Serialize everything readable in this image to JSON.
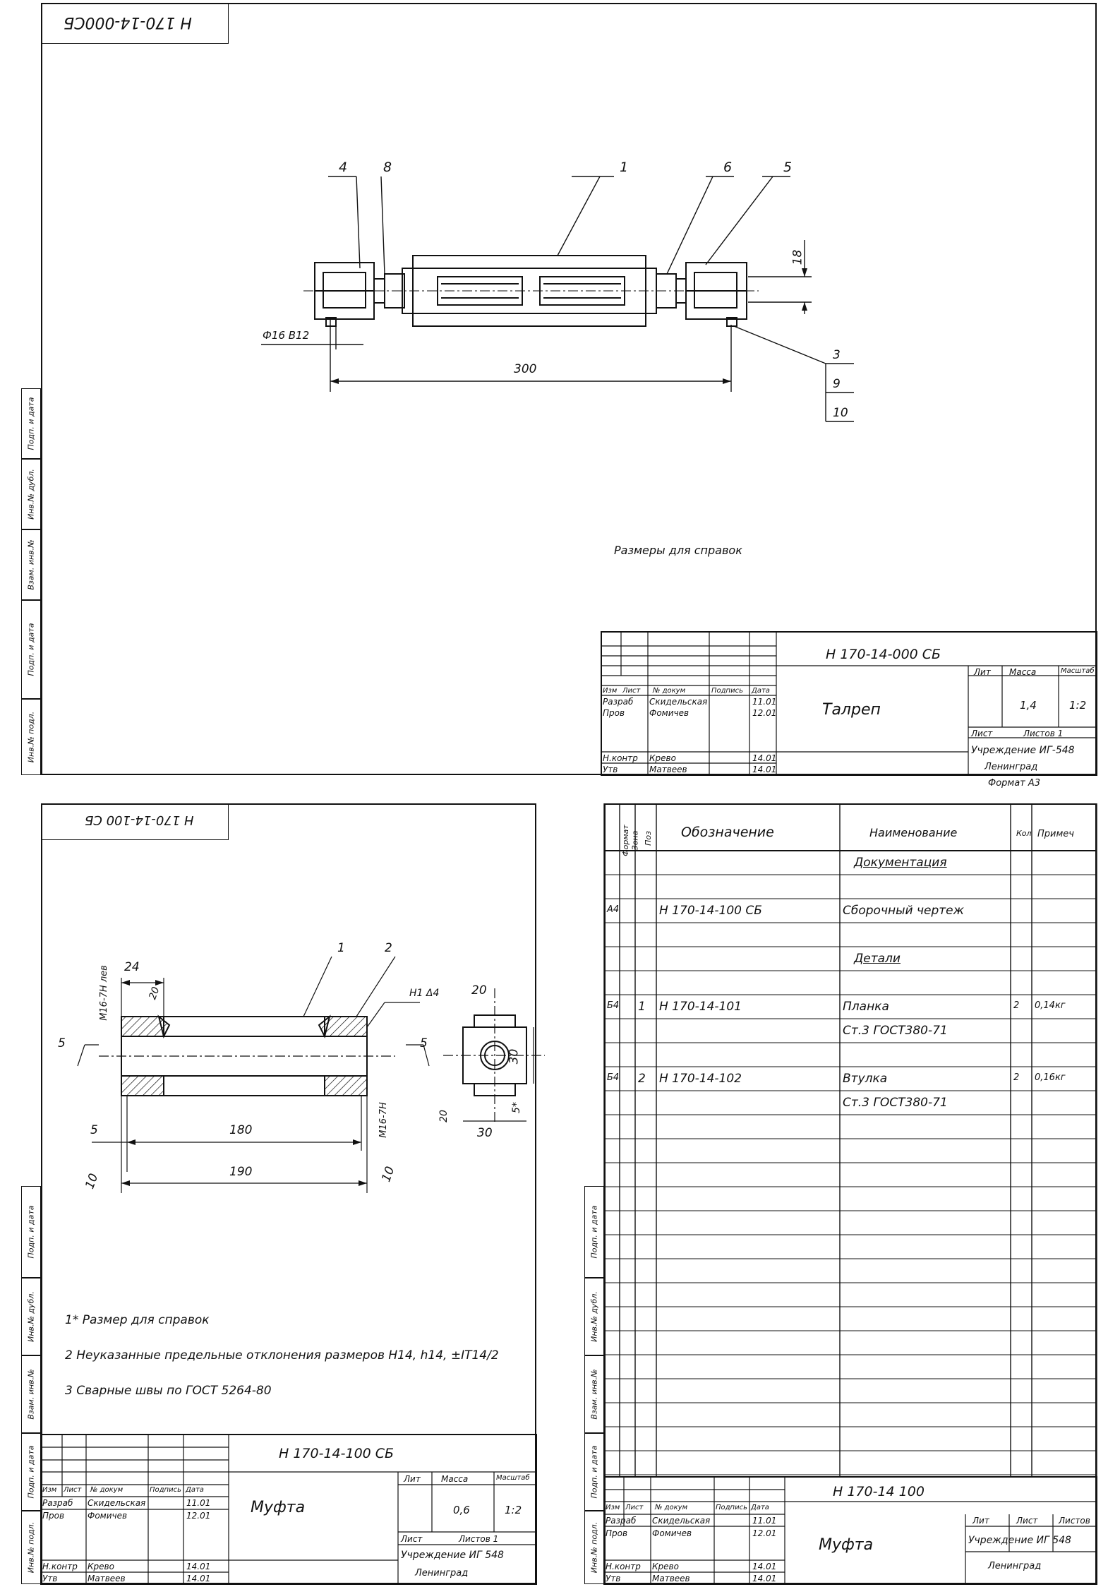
{
  "sheet1": {
    "corner_code": "Н 170-14-000СБ",
    "callouts": [
      "4",
      "8",
      "1",
      "6",
      "5",
      "3",
      "9",
      "10"
    ],
    "dims": {
      "height": "18",
      "pin": "Ф16 В12",
      "length": "300"
    },
    "note": "Размеры для справок",
    "title_block": {
      "code": "Н 170-14-000 СБ",
      "name": "Талреп",
      "hdr": [
        "Изм",
        "Лист",
        "№ докум",
        "Подпись",
        "Дата"
      ],
      "rows": [
        [
          "Разраб",
          "Скидельская",
          "11.01"
        ],
        [
          "Пров",
          "Фомичев",
          "12.01"
        ],
        [
          "Н.контр",
          "Крево",
          "14.01"
        ],
        [
          "Утв",
          "Матвеев",
          "14.01"
        ]
      ],
      "lit": "Лит",
      "mass_label": "Масса",
      "scale_label": "Масштаб",
      "mass": "1,4",
      "scale": "1:2",
      "sheet_label": "Лист",
      "sheets_label": "Листов 1",
      "org": "Учреждение ИГ-548",
      "city": "Ленинград",
      "format": "Формат А3"
    }
  },
  "sheet2": {
    "corner_code": "Н 170-14-100 СБ",
    "callouts": [
      "1",
      "2"
    ],
    "dims": {
      "d24": "24",
      "d20a": "20",
      "weld": "Н1 Δ4",
      "thread_left": "М16-7Н лев",
      "thread_right": "М16-7Н",
      "cut_a": "5",
      "cut_b": "5",
      "d180": "180",
      "d190": "190",
      "d5": "5",
      "d10a": "10",
      "d10b": "10",
      "s20": "20",
      "s30a": "30",
      "s30b": "30",
      "s5": "5*",
      "s20b": "20"
    },
    "notes": [
      "1* Размер для справок",
      "2 Неуказанные предельные отклонения размеров Н14, h14, ±IT14/2",
      "3 Сварные швы по ГОСТ 5264-80"
    ],
    "title_block": {
      "code": "Н 170-14-100 СБ",
      "name": "Муфта",
      "hdr": [
        "Изм",
        "Лист",
        "№ докум",
        "Подпись",
        "Дата"
      ],
      "rows": [
        [
          "Разраб",
          "Скидельская",
          "11.01"
        ],
        [
          "Пров",
          "Фомичев",
          "12.01"
        ],
        [
          "Н.контр",
          "Крево",
          "14.01"
        ],
        [
          "Утв",
          "Матвеев",
          "14.01"
        ]
      ],
      "lit": "Лит",
      "mass_label": "Масса",
      "scale_label": "Масштаб",
      "mass": "0,6",
      "scale": "1:2",
      "sheet_label": "Лист",
      "sheets_label": "Листов 1",
      "org": "Учреждение ИГ 548",
      "city": "Ленинград"
    }
  },
  "sheet3": {
    "headers": [
      "Формат",
      "Зона",
      "Поз",
      "Обозначение",
      "Наименование",
      "Кол",
      "Примеч"
    ],
    "rows": [
      {
        "fmt": "",
        "zone": "",
        "pos": "",
        "code": "",
        "name": "Документация",
        "qty": "",
        "note": "",
        "underline": true
      },
      {
        "fmt": "А4",
        "zone": "",
        "pos": "",
        "code": "Н 170-14-100 СБ",
        "name": "Сборочный чертеж",
        "qty": "",
        "note": ""
      },
      {
        "fmt": "",
        "zone": "",
        "pos": "",
        "code": "",
        "name": "Детали",
        "qty": "",
        "note": "",
        "underline": true
      },
      {
        "fmt": "Б4",
        "zone": "",
        "pos": "1",
        "code": "Н 170-14-101",
        "name": "Планка",
        "qty": "2",
        "note": "0,14кг"
      },
      {
        "fmt": "",
        "zone": "",
        "pos": "",
        "code": "",
        "name": "Ст.3 ГОСТ380-71",
        "qty": "",
        "note": ""
      },
      {
        "fmt": "Б4",
        "zone": "",
        "pos": "2",
        "code": "Н 170-14-102",
        "name": "Втулка",
        "qty": "2",
        "note": "0,16кг"
      },
      {
        "fmt": "",
        "zone": "",
        "pos": "",
        "code": "",
        "name": "Ст.3 ГОСТ380-71",
        "qty": "",
        "note": ""
      }
    ],
    "title_block": {
      "code": "Н 170-14 100",
      "name": "Муфта",
      "hdr": [
        "Изм",
        "Лист",
        "№ докум",
        "Подпись",
        "Дата"
      ],
      "rows": [
        [
          "Разраб",
          "Скидельская",
          "11.01"
        ],
        [
          "Пров",
          "Фомичев",
          "12.01"
        ],
        [
          "Н.контр",
          "Крево",
          "14.01"
        ],
        [
          "Утв",
          "Матвеев",
          "14.01"
        ]
      ],
      "lit": "Лит",
      "sheet_label": "Лист",
      "sheets_label": "Листов",
      "org": "Учреждение ИГ 548",
      "city": "Ленинград"
    }
  },
  "side_strip": [
    "Инв.№ подл.",
    "Подп. и дата",
    "Взам. инв.№",
    "Инв.№ дубл.",
    "Подп. и дата"
  ]
}
